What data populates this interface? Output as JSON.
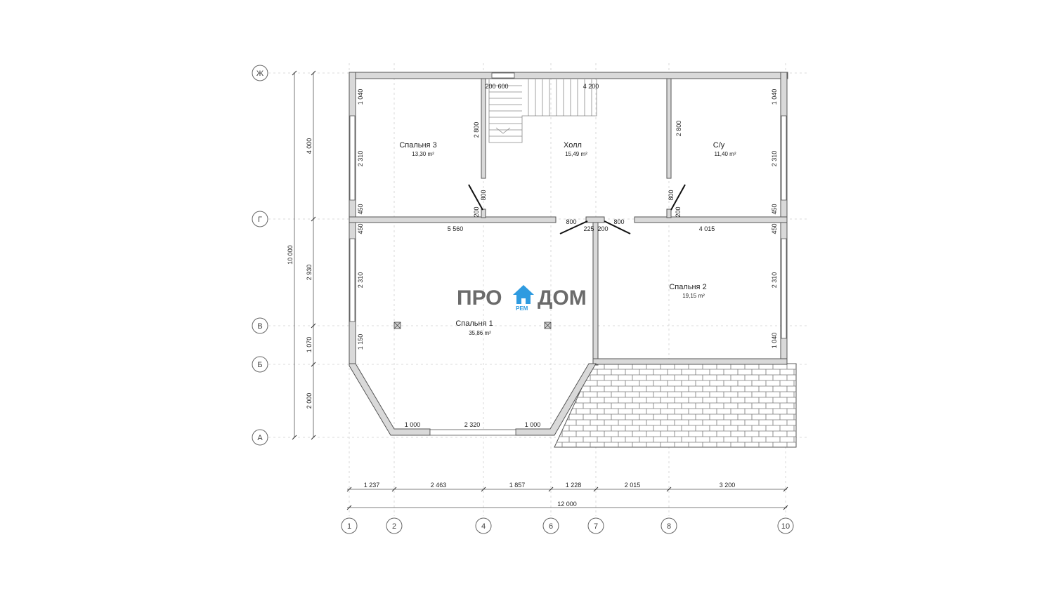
{
  "logo": {
    "left": "ПРО",
    "right": "ДОМ",
    "sub": "РЕМ",
    "colors": {
      "text": "#6b6b6b",
      "house": "#2f9be0"
    }
  },
  "axes": {
    "rows": [
      "Ж",
      "Г",
      "В",
      "Б",
      "А"
    ],
    "cols": [
      "1",
      "2",
      "4",
      "6",
      "7",
      "8",
      "10"
    ]
  },
  "rooms": [
    {
      "name": "Спальня 3",
      "area": "13,30 m²"
    },
    {
      "name": "Холл",
      "area": "15,49 m²"
    },
    {
      "name": "С/у",
      "area": "11,40 m²"
    },
    {
      "name": "Спальня 2",
      "area": "19,15 m²"
    },
    {
      "name": "Спальня 1",
      "area": "35,86 m²"
    }
  ],
  "dims": {
    "bottom_segments": [
      "1 237",
      "2 463",
      "1 857",
      "1 228",
      "2 015",
      "3 200"
    ],
    "bottom_total": "12 000",
    "left_segments": [
      "4 000",
      "2 930",
      "1 070",
      "2 000"
    ],
    "left_total": "10 000",
    "interior": {
      "top_200": "200",
      "top_600": "600",
      "top_4200": "4 200",
      "left_1040": "1 040",
      "left_2310_a": "2 310",
      "left_450_a": "450",
      "left_450_b": "450",
      "left_2310_b": "2 310",
      "left_1150": "1 150",
      "right_1040_a": "1 040",
      "right_2310_a": "2 310",
      "right_450_a": "450",
      "right_450_b": "450",
      "right_2310_b": "2 310",
      "right_1040_b": "1 040",
      "part_2800_a": "2 800",
      "part_2800_b": "2 800",
      "door_800_a": "800",
      "door_200_a": "200",
      "door_800_b": "800",
      "door_200_b": "200",
      "corr_5560": "5 560",
      "corr_800_a": "800",
      "corr_225": "225",
      "corr_200": "200",
      "corr_800_b": "800",
      "corr_4015": "4 015",
      "win_1000_a": "1 000",
      "win_2320": "2 320",
      "win_1000_b": "1 000"
    }
  },
  "colors": {
    "wall_fill": "#d9d9d9",
    "wall_stroke": "#555555",
    "grid": "#c8c8c8",
    "terrace": "#ffffff"
  }
}
